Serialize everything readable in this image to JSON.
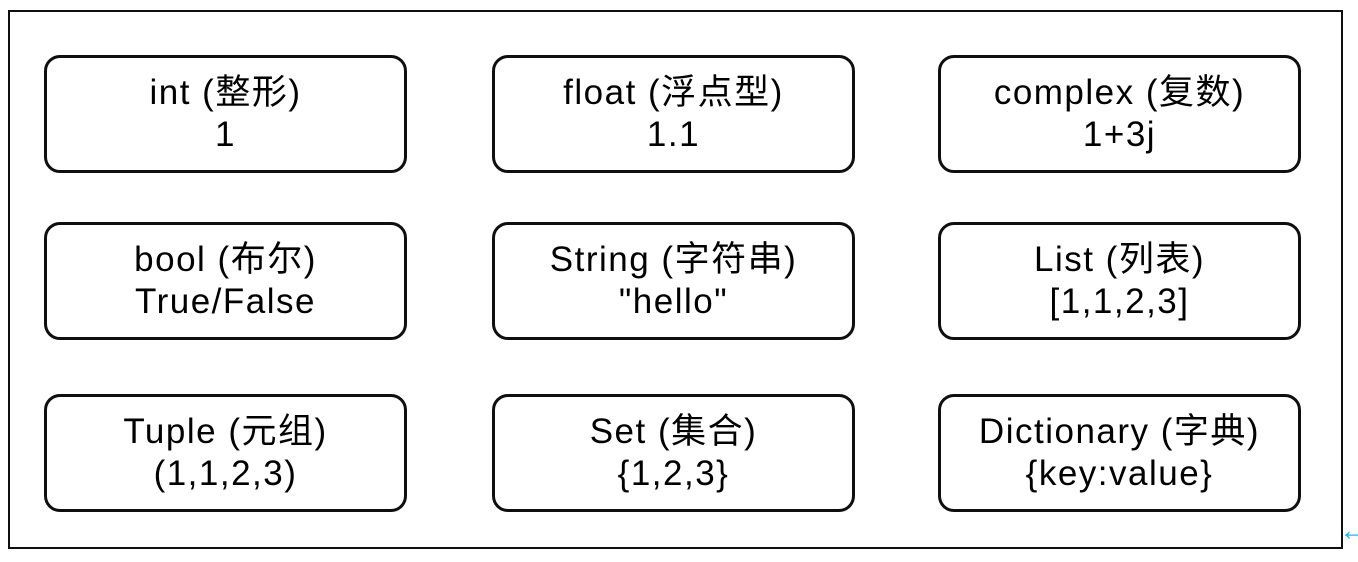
{
  "colors": {
    "background": "#ffffff",
    "line": "#0f0f0f",
    "text": "#000000",
    "accent": "#29b2ea"
  },
  "boxes": [
    {
      "name": "int",
      "title": "int (整形)",
      "value": "1"
    },
    {
      "name": "float",
      "title": "float (浮点型)",
      "value": "1.1"
    },
    {
      "name": "complex",
      "title": "complex (复数)",
      "value": "1+3j"
    },
    {
      "name": "bool",
      "title": "bool (布尔)",
      "value": "True/False"
    },
    {
      "name": "string",
      "title": "String (字符串)",
      "value": "\"hello\""
    },
    {
      "name": "list",
      "title": "List (列表)",
      "value": "[1,1,2,3]"
    },
    {
      "name": "tuple",
      "title": "Tuple (元组)",
      "value": "(1,1,2,3)"
    },
    {
      "name": "set",
      "title": "Set (集合)",
      "value": "{1,2,3}"
    },
    {
      "name": "dictionary",
      "title": "Dictionary (字典)",
      "value": "{key:value}"
    }
  ],
  "icons": {
    "collapse_arrow": {
      "glyph": "←",
      "color": "#29b2ea"
    }
  }
}
